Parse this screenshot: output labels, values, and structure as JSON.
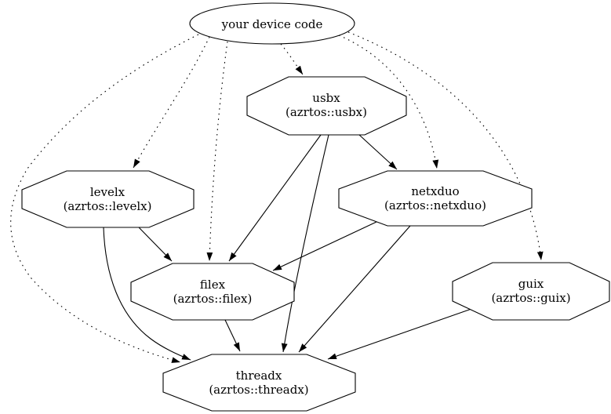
{
  "graph": {
    "background_color": "#ffffff",
    "line_color": "#000000",
    "nodes": {
      "device": {
        "label": "your device code",
        "shape": "ellipse"
      },
      "usbx": {
        "label": "usbx",
        "sublabel": "(azrtos::usbx)",
        "shape": "octagon"
      },
      "levelx": {
        "label": "levelx",
        "sublabel": "(azrtos::levelx)",
        "shape": "octagon"
      },
      "netxduo": {
        "label": "netxduo",
        "sublabel": "(azrtos::netxduo)",
        "shape": "octagon"
      },
      "filex": {
        "label": "filex",
        "sublabel": "(azrtos::filex)",
        "shape": "octagon"
      },
      "guix": {
        "label": "guix",
        "sublabel": "(azrtos::guix)",
        "shape": "octagon"
      },
      "threadx": {
        "label": "threadx",
        "sublabel": "(azrtos::threadx)",
        "shape": "octagon"
      }
    },
    "edges": [
      {
        "from": "device",
        "to": "usbx",
        "style": "dotted"
      },
      {
        "from": "device",
        "to": "levelx",
        "style": "dotted"
      },
      {
        "from": "device",
        "to": "filex",
        "style": "dotted"
      },
      {
        "from": "device",
        "to": "netxduo",
        "style": "dotted"
      },
      {
        "from": "device",
        "to": "guix",
        "style": "dotted"
      },
      {
        "from": "device",
        "to": "threadx",
        "style": "dotted"
      },
      {
        "from": "usbx",
        "to": "netxduo",
        "style": "solid"
      },
      {
        "from": "usbx",
        "to": "filex",
        "style": "solid"
      },
      {
        "from": "usbx",
        "to": "threadx",
        "style": "solid"
      },
      {
        "from": "levelx",
        "to": "filex",
        "style": "solid"
      },
      {
        "from": "levelx",
        "to": "threadx",
        "style": "solid"
      },
      {
        "from": "netxduo",
        "to": "filex",
        "style": "solid"
      },
      {
        "from": "netxduo",
        "to": "threadx",
        "style": "solid"
      },
      {
        "from": "filex",
        "to": "threadx",
        "style": "solid"
      },
      {
        "from": "guix",
        "to": "threadx",
        "style": "solid"
      }
    ]
  }
}
